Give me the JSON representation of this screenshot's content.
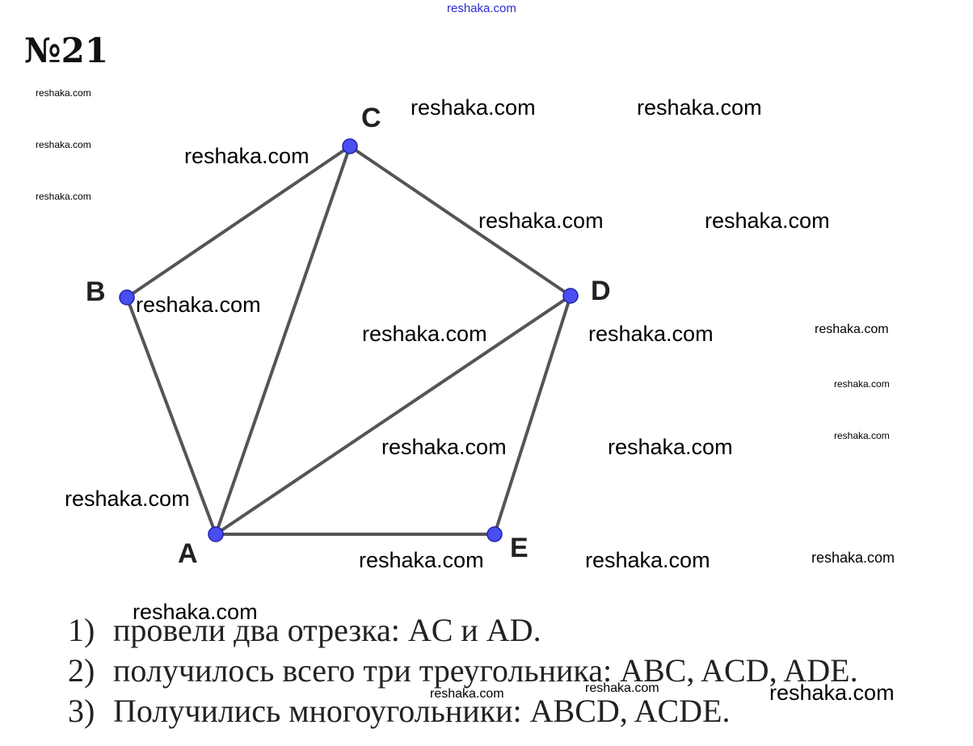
{
  "header": {
    "top_link": "reshaka.com",
    "title": "№21"
  },
  "figure": {
    "labels": {
      "A": "A",
      "B": "B",
      "C": "C",
      "D": "D",
      "E": "E"
    }
  },
  "watermarks": {
    "text": "reshaka.com"
  },
  "answers": [
    {
      "num": "1)",
      "text": "провели два отрезка: AC и  AD."
    },
    {
      "num": "2)",
      "text": "получилось всего три треугольника: ABC, ACD, ADE."
    },
    {
      "num": "3)",
      "text": "Получились многоугольники: ABCD, ACDE."
    }
  ],
  "colors": {
    "line": "#555555",
    "point": "#4a4ef0",
    "point_stroke": "#1f22a8"
  }
}
